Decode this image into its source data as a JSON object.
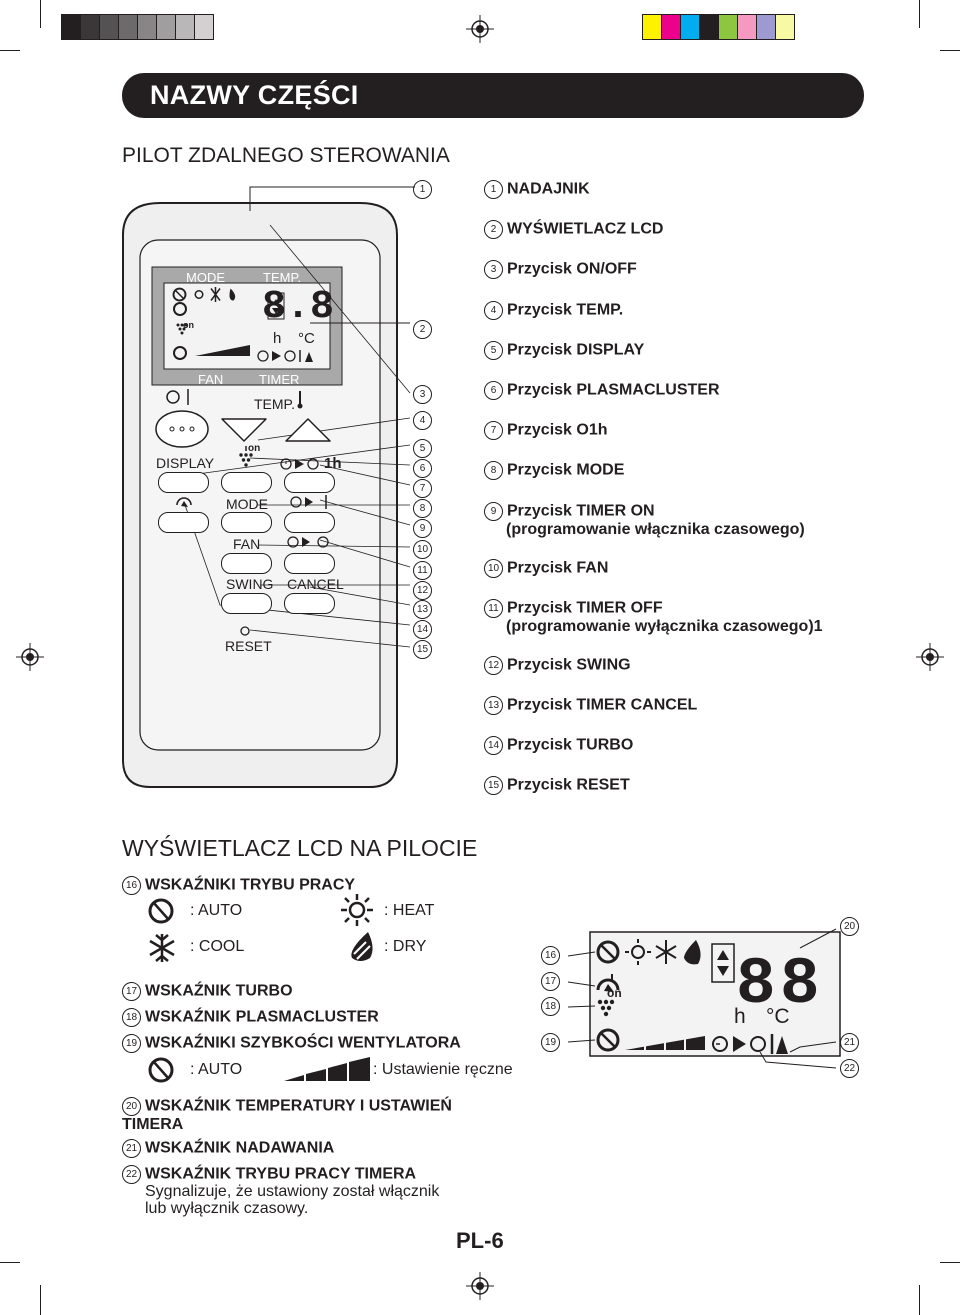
{
  "header": {
    "title": "NAZWY CZĘŚCI",
    "page_number": "PL-6",
    "calibration_grays": [
      "#231f20",
      "#3a3738",
      "#555253",
      "#6d6a6b",
      "#878586",
      "#a09e9f",
      "#b9b7b8",
      "#d2d0d1"
    ],
    "calibration_colors": [
      "#fff200",
      "#ec008c",
      "#00aeef",
      "#231f20",
      "#8dc63f",
      "#f49ac1",
      "#9c9ad0",
      "#f7f9a4"
    ]
  },
  "remote_section": {
    "heading": "PILOT ZDALNEGO STEROWANIA",
    "parts": [
      {
        "num": "1",
        "label": "NADAJNIK",
        "sub": ""
      },
      {
        "num": "2",
        "label": "WYŚWIETLACZ LCD",
        "sub": ""
      },
      {
        "num": "3",
        "label": "Przycisk ON/OFF",
        "sub": ""
      },
      {
        "num": "4",
        "label": "Przycisk TEMP.",
        "sub": ""
      },
      {
        "num": "5",
        "label": "Przycisk DISPLAY",
        "sub": ""
      },
      {
        "num": "6",
        "label": "Przycisk PLASMACLUSTER",
        "sub": ""
      },
      {
        "num": "7",
        "label": "Przycisk O1h",
        "sub": ""
      },
      {
        "num": "8",
        "label": "Przycisk MODE",
        "sub": ""
      },
      {
        "num": "9",
        "label": "Przycisk TIMER ON",
        "sub": "(programowanie włącznika czasowego)"
      },
      {
        "num": "10",
        "label": "Przycisk FAN",
        "sub": ""
      },
      {
        "num": "11",
        "label": "Przycisk TIMER OFF",
        "sub": "(programowanie wyłącznika czasowego)1"
      },
      {
        "num": "12",
        "label": "Przycisk SWING",
        "sub": ""
      },
      {
        "num": "13",
        "label": "Przycisk TIMER CANCEL",
        "sub": ""
      },
      {
        "num": "14",
        "label": "Przycisk TURBO",
        "sub": ""
      },
      {
        "num": "15",
        "label": "Przycisk RESET",
        "sub": ""
      }
    ],
    "callouts": [
      "1",
      "2",
      "3",
      "4",
      "5",
      "6",
      "7",
      "8",
      "9",
      "10",
      "11",
      "12",
      "13",
      "14",
      "15"
    ],
    "remote_labels": {
      "mode": "MODE",
      "temp_top": "TEMP.",
      "fan_top": "FAN",
      "timer_top": "TIMER",
      "temp": "TEMP.",
      "display": "DISPLAY",
      "on": "on",
      "one_h": "1h",
      "mode_btn": "MODE",
      "fan_btn": "FAN",
      "swing": "SWING",
      "cancel": "CANCEL",
      "reset": "RESET",
      "h": "h",
      "c": "°C",
      "on_off_icon": "O I"
    }
  },
  "lcd_section": {
    "heading": "WYŚWIETLACZ LCD NA PILOCIE",
    "mode_indicators": {
      "num": "16",
      "label": "WSKAŹNIKI TRYBU PRACY",
      "auto": ": AUTO",
      "heat": ": HEAT",
      "cool": ": COOL",
      "dry": ": DRY"
    },
    "turbo": {
      "num": "17",
      "label": "WSKAŹNIK TURBO"
    },
    "plasmacluster": {
      "num": "18",
      "label": "WSKAŹNIK PLASMACLUSTER"
    },
    "fan_speed": {
      "num": "19",
      "label": "WSKAŹNIKI SZYBKOŚCI WENTYLATORA",
      "auto": ": AUTO",
      "manual": ": Ustawienie ręczne"
    },
    "temp_timer": {
      "num": "20",
      "label_line1": "WSKAŹNIK TEMPERATURY I USTAWIEŃ",
      "label_line2": "TIMERA"
    },
    "transmit": {
      "num": "21",
      "label": "WSKAŹNIK NADAWANIA"
    },
    "timer_mode": {
      "num": "22",
      "label": "WSKAŹNIK TRYBU PRACY TIMERA",
      "desc_line1": "Sygnalizuje, że ustawiony został włącznik",
      "desc_line2": "lub wyłącznik czasowy."
    },
    "lcd_callouts": {
      "c16": "16",
      "c17": "17",
      "c18": "18",
      "c19": "19",
      "c20": "20",
      "c21": "21",
      "c22": "22"
    },
    "lcd_text": {
      "on": "on",
      "h": "h",
      "c": "°C"
    }
  }
}
